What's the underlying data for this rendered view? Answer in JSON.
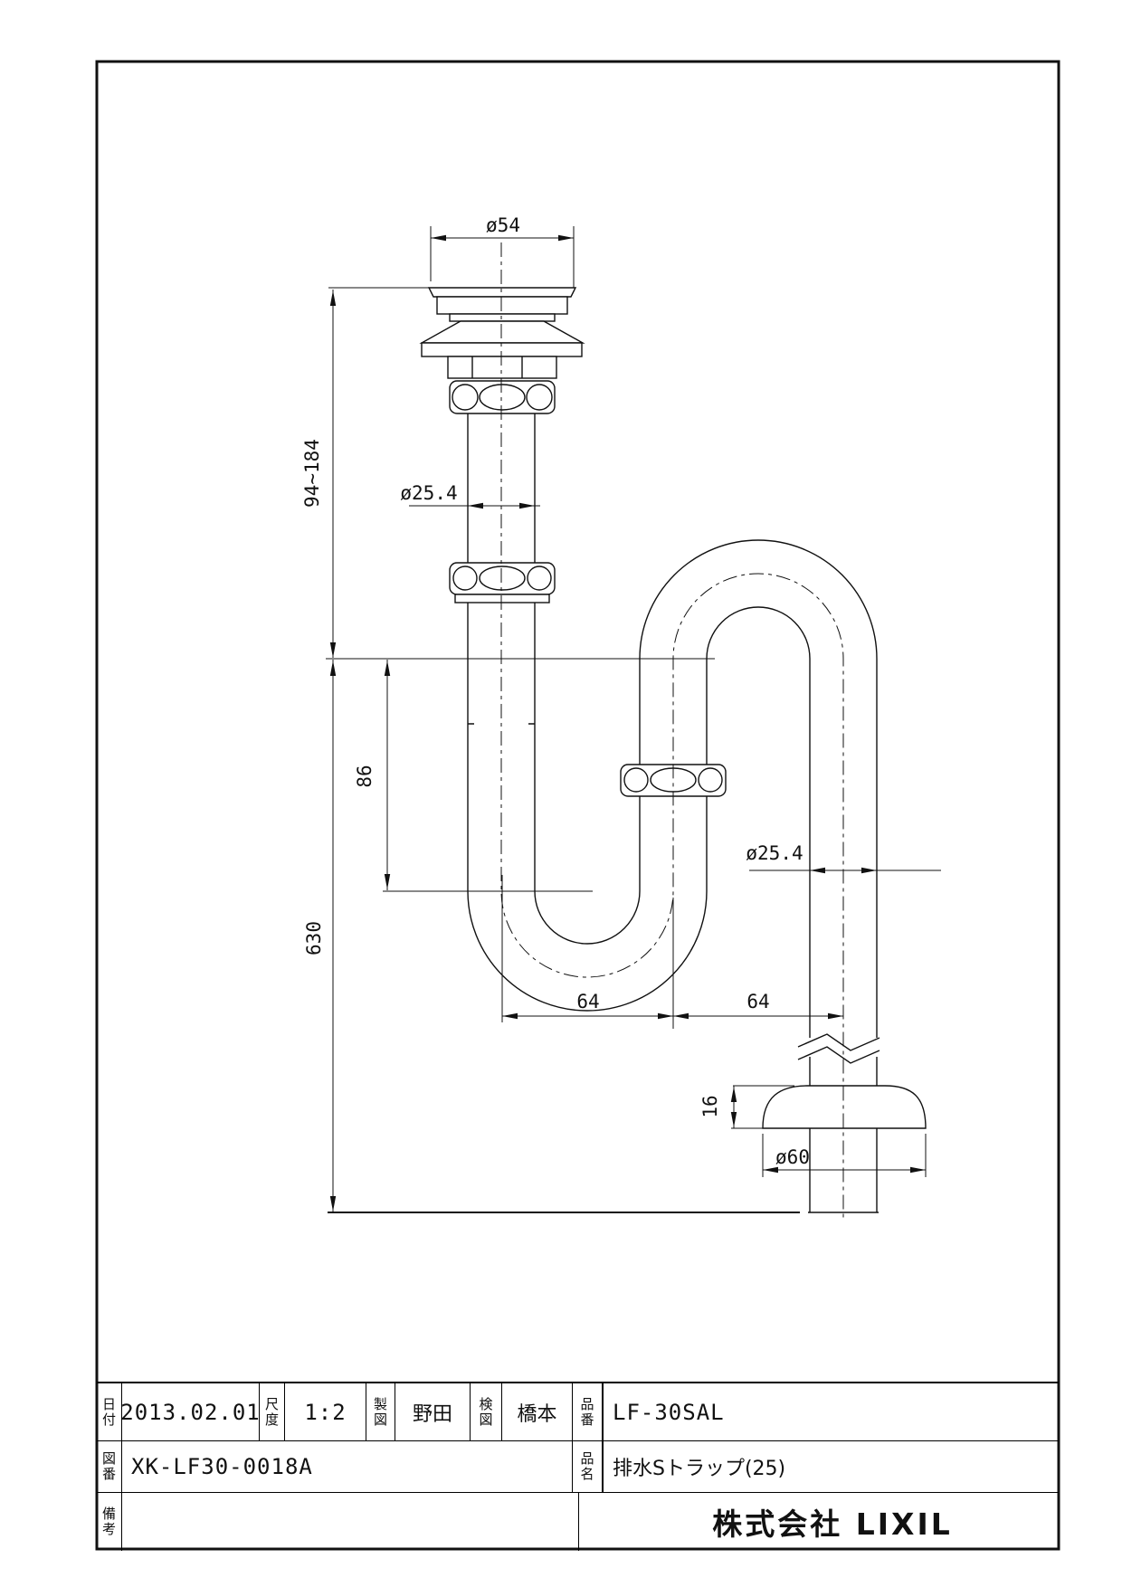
{
  "drawing": {
    "dimensions": {
      "flange_dia": "ø54",
      "adjustable_height": "94~184",
      "tailpiece_dia": "ø25.4",
      "trap_depth": "86",
      "total_height": "630",
      "offset_left": "64",
      "offset_right": "64",
      "outlet_dia": "ø25.4",
      "escutcheon_height": "16",
      "escutcheon_dia": "ø60"
    }
  },
  "title_block": {
    "date_label": "日付",
    "date_value": "2013.02.01",
    "scale_label": "尺度",
    "scale_value": "1:2",
    "drafted_label": "製図",
    "drafted_value": "野田",
    "checked_label": "検図",
    "checked_value": "橋本",
    "part_label": "品番",
    "part_value": "LF-30SAL",
    "dwgno_label": "図番",
    "dwgno_value": "XK-LF30-0018A",
    "name_label": "品名",
    "name_value": "排水Sトラップ(25)",
    "remarks_label": "備考",
    "remarks_value": "",
    "company": "株式会社 LIXIL"
  }
}
